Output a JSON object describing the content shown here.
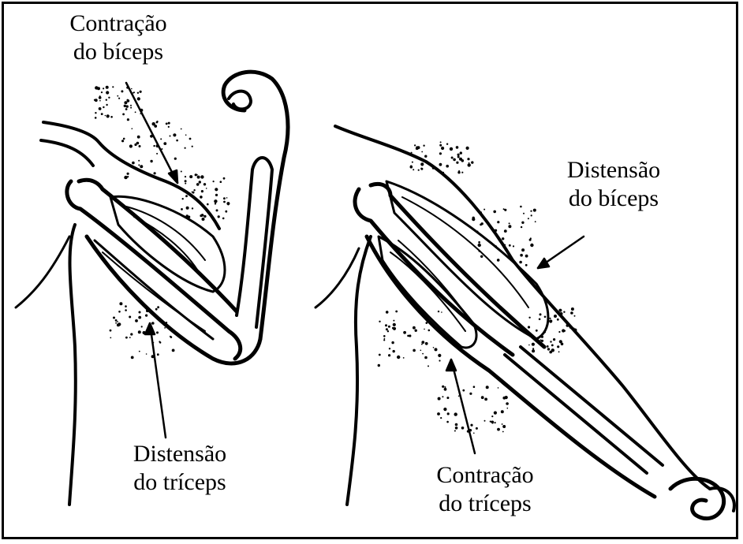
{
  "labels": {
    "biceps_contraction": {
      "line1": "Contração",
      "line2": "do bíceps"
    },
    "triceps_distension": {
      "line1": "Distensão",
      "line2": "do tríceps"
    },
    "biceps_distension": {
      "line1": "Distensão",
      "line2": "do bíceps"
    },
    "triceps_contraction": {
      "line1": "Contração",
      "line2": "do tríceps"
    }
  },
  "colors": {
    "ink": "#000000",
    "background": "#ffffff"
  }
}
